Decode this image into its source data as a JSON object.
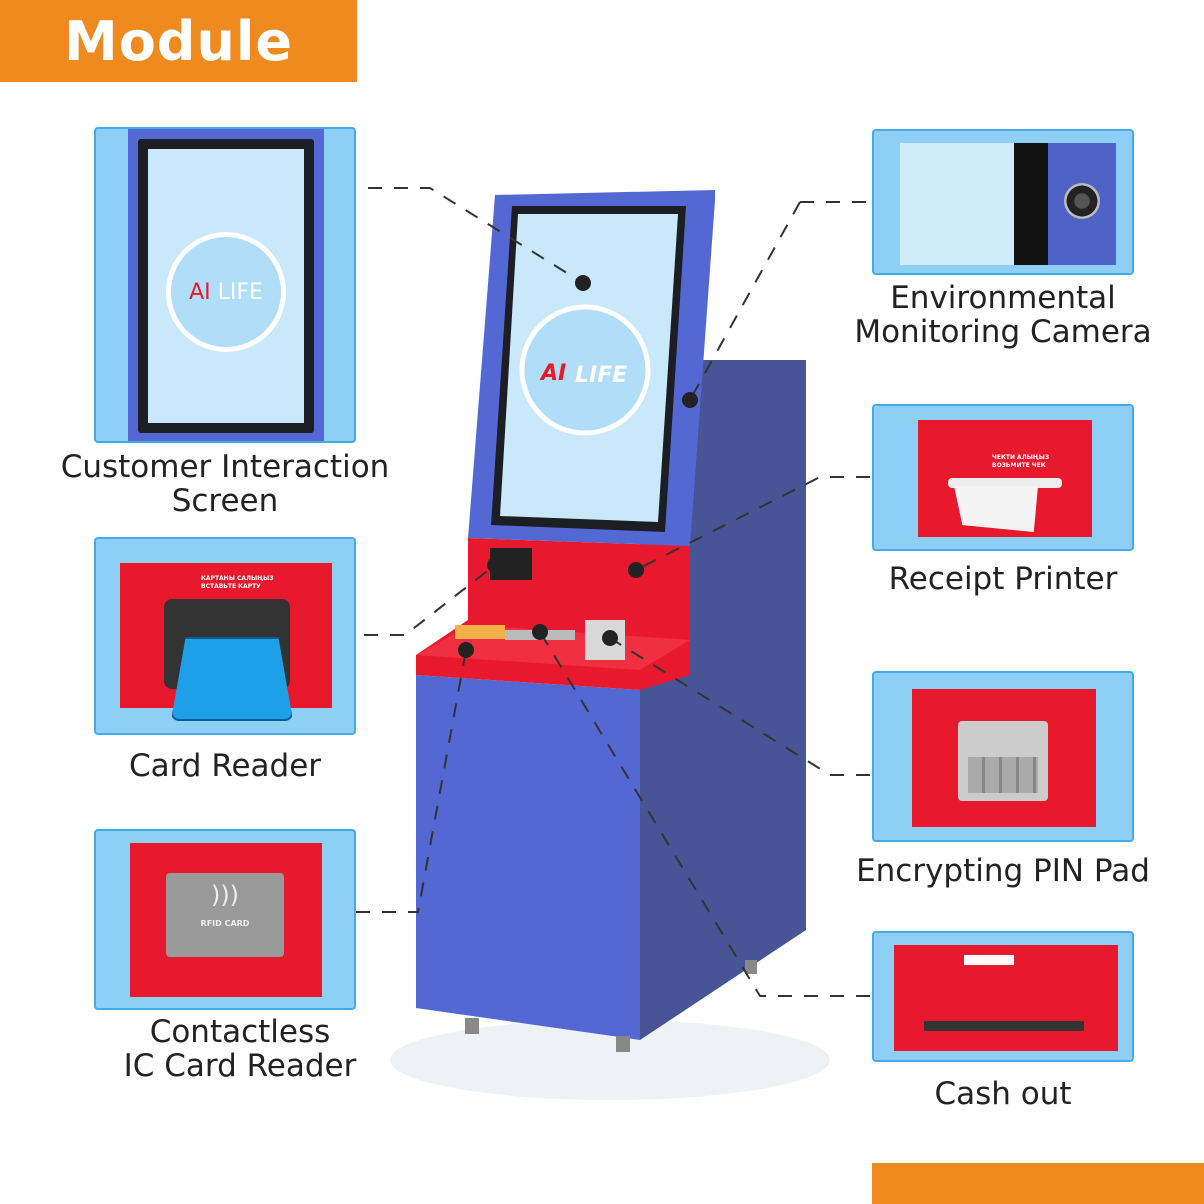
{
  "header": {
    "title": "Module"
  },
  "screen_logo": {
    "ai": "AI",
    "life": "LIFE"
  },
  "modules": [
    {
      "id": "screen",
      "label_lines": [
        "Customer Interaction",
        "Screen"
      ]
    },
    {
      "id": "card",
      "label_lines": [
        "Card Reader"
      ],
      "panel_text": [
        "КАРТАНЫ САЛЫҢЫЗ",
        "ВСТАВЬТЕ КАРТУ"
      ]
    },
    {
      "id": "contactless",
      "label_lines": [
        "Contactless",
        "IC Card Reader"
      ],
      "panel_text": [
        "RFID CARD"
      ]
    },
    {
      "id": "camera",
      "label_lines": [
        "Environmental",
        "Monitoring Camera"
      ]
    },
    {
      "id": "receipt",
      "label_lines": [
        "Receipt Printer"
      ],
      "panel_text": [
        "ЧЕКТИ АЛЫҢЫЗ",
        "ВОЗЬМИТЕ ЧЕК"
      ]
    },
    {
      "id": "pinpad",
      "label_lines": [
        "Encrypting PIN Pad"
      ]
    },
    {
      "id": "cashout",
      "label_lines": [
        "Cash out"
      ]
    }
  ],
  "colors": {
    "accent": "#EF8A1F",
    "panel": "#8ED0F5",
    "panel_border": "#45ABE8",
    "kiosk_blue": "#5468D4",
    "kiosk_red": "#E8192C"
  }
}
